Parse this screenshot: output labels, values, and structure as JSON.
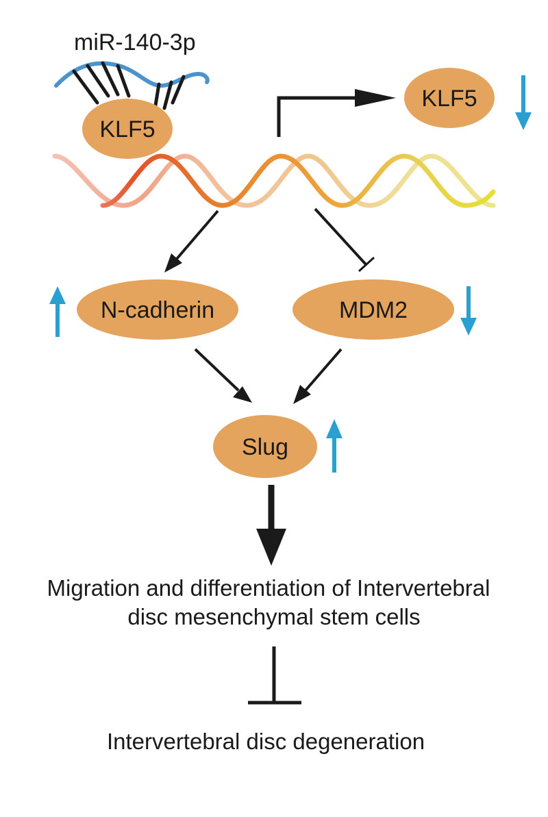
{
  "colors": {
    "node_fill": "#e5a45e",
    "indicator_arrow": "#2c9fd1",
    "ink": "#1a1a1a",
    "mirna_strand": "#4a93cc",
    "dna_gradient_start": "#f2b7a5",
    "dna_gradient_mid": "#e8852c",
    "dna_gradient_end": "#e6e033"
  },
  "labels": {
    "mirna": "miR-140-3p",
    "klf5_bound": "KLF5",
    "klf5_product": "KLF5",
    "ncadherin": "N-cadherin",
    "mdm2": "MDM2",
    "slug": "Slug",
    "migration_line1": "Migration and differentiation of Intervertebral",
    "migration_line2": "disc mesenchymal stem cells",
    "degeneration": "Intervertebral disc degeneration"
  },
  "regulation": {
    "klf5_product": "down",
    "ncadherin": "up",
    "mdm2": "down",
    "slug": "up"
  },
  "icons": {
    "indicator_up": "up-arrow-icon",
    "indicator_down": "down-arrow-icon",
    "transcription": "transcription-start-arrow-icon",
    "inhibition": "inhibition-bar-icon"
  }
}
